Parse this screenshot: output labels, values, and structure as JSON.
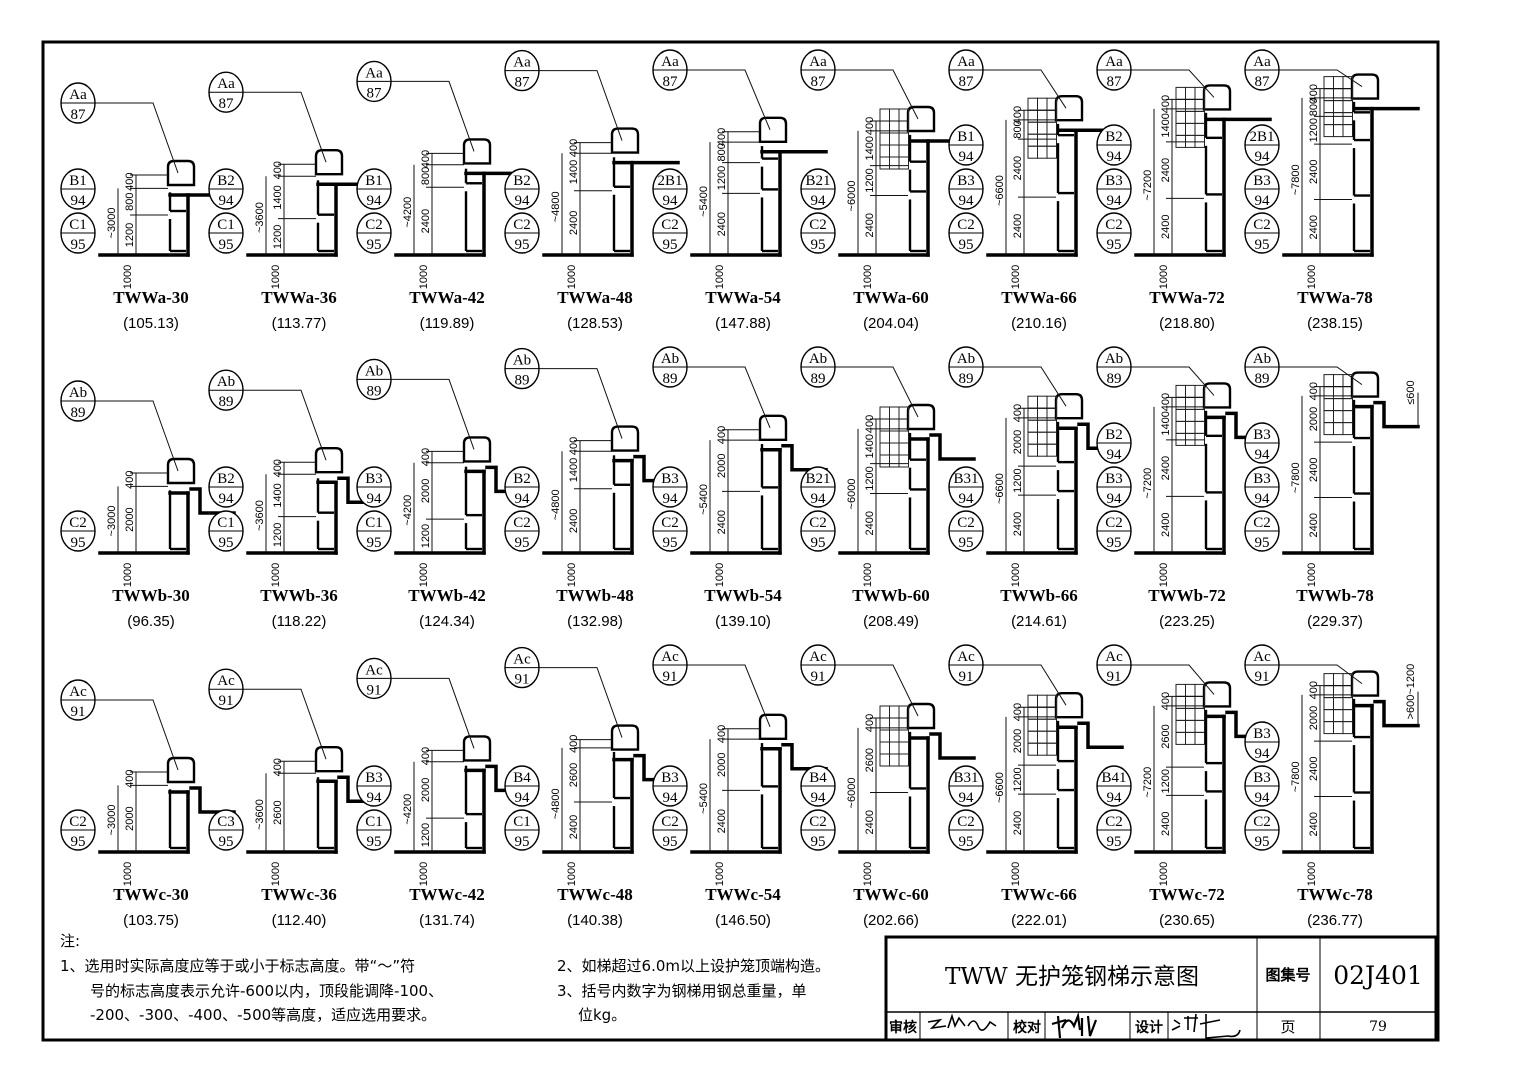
{
  "drawing": {
    "rows": [
      {
        "top_callout": {
          "top": "Aa",
          "bottom": "87"
        },
        "ladders": [
          {
            "label": "TWWa-30",
            "weight": "(105.13)",
            "total": "~3000",
            "base": "1000",
            "dims": [
              "400",
              "800",
              "1200"
            ],
            "side_callouts": [
              {
                "top": "C1",
                "bottom": "95"
              },
              {
                "top": "B1",
                "bottom": "94"
              }
            ],
            "cage": false
          },
          {
            "label": "TWWa-36",
            "weight": "(113.77)",
            "total": "~3600",
            "base": "1000",
            "dims": [
              "400",
              "1400",
              "1200"
            ],
            "side_callouts": [
              {
                "top": "C1",
                "bottom": "95"
              },
              {
                "top": "B2",
                "bottom": "94"
              }
            ],
            "cage": false
          },
          {
            "label": "TWWa-42",
            "weight": "(119.89)",
            "total": "~4200",
            "base": "1000",
            "dims": [
              "400",
              "800",
              "2400"
            ],
            "side_callouts": [
              {
                "top": "C2",
                "bottom": "95"
              },
              {
                "top": "B1",
                "bottom": "94"
              }
            ],
            "cage": false
          },
          {
            "label": "TWWa-48",
            "weight": "(128.53)",
            "total": "~4800",
            "base": "1000",
            "dims": [
              "400",
              "1400",
              "2400"
            ],
            "side_callouts": [
              {
                "top": "C2",
                "bottom": "95"
              },
              {
                "top": "B2",
                "bottom": "94"
              }
            ],
            "cage": false
          },
          {
            "label": "TWWa-54",
            "weight": "(147.88)",
            "total": "~5400",
            "base": "1000",
            "dims": [
              "400",
              "800",
              "1200",
              "2400"
            ],
            "side_callouts": [
              {
                "top": "C2",
                "bottom": "95"
              },
              {
                "top": "2B1",
                "bottom": "94"
              }
            ],
            "cage": false
          },
          {
            "label": "TWWa-60",
            "weight": "(204.04)",
            "total": "~6000",
            "base": "1000",
            "dims": [
              "400",
              "1400",
              "1200",
              "2400"
            ],
            "side_callouts": [
              {
                "top": "C2",
                "bottom": "95"
              },
              {
                "top": "B21",
                "bottom": "94"
              }
            ],
            "cage": true
          },
          {
            "label": "TWWa-66",
            "weight": "(210.16)",
            "total": "~6600",
            "base": "1000",
            "dims": [
              "400",
              "800",
              "2400",
              "2400"
            ],
            "side_callouts": [
              {
                "top": "C2",
                "bottom": "95"
              },
              {
                "top": "B3",
                "bottom": "94"
              },
              {
                "top": "B1",
                "bottom": "94"
              }
            ],
            "cage": true
          },
          {
            "label": "TWWa-72",
            "weight": "(218.80)",
            "total": "~7200",
            "base": "1000",
            "dims": [
              "400",
              "1400",
              "2400",
              "2400"
            ],
            "side_callouts": [
              {
                "top": "C2",
                "bottom": "95"
              },
              {
                "top": "B3",
                "bottom": "94"
              },
              {
                "top": "B2",
                "bottom": "94"
              }
            ],
            "cage": true
          },
          {
            "label": "TWWa-78",
            "weight": "(238.15)",
            "total": "~7800",
            "base": "1000",
            "dims": [
              "400",
              "800",
              "1200",
              "2400",
              "2400"
            ],
            "side_callouts": [
              {
                "top": "C2",
                "bottom": "95"
              },
              {
                "top": "B3",
                "bottom": "94"
              },
              {
                "top": "2B1",
                "bottom": "94"
              }
            ],
            "cage": true
          }
        ]
      },
      {
        "top_callout": {
          "top": "Ab",
          "bottom": "89"
        },
        "ladders": [
          {
            "label": "TWWb-30",
            "weight": "(96.35)",
            "total": "~3000",
            "base": "1000",
            "dims": [
              "400",
              "2000"
            ],
            "side_callouts": [
              {
                "top": "C2",
                "bottom": "95"
              }
            ],
            "cage": false
          },
          {
            "label": "TWWb-36",
            "weight": "(118.22)",
            "total": "~3600",
            "base": "1000",
            "dims": [
              "400",
              "1400",
              "1200"
            ],
            "side_callouts": [
              {
                "top": "C1",
                "bottom": "95"
              },
              {
                "top": "B2",
                "bottom": "94"
              }
            ],
            "cage": false
          },
          {
            "label": "TWWb-42",
            "weight": "(124.34)",
            "total": "~4200",
            "base": "1000",
            "dims": [
              "400",
              "2000",
              "1200"
            ],
            "side_callouts": [
              {
                "top": "C1",
                "bottom": "95"
              },
              {
                "top": "B3",
                "bottom": "94"
              }
            ],
            "cage": false
          },
          {
            "label": "TWWb-48",
            "weight": "(132.98)",
            "total": "~4800",
            "base": "1000",
            "dims": [
              "400",
              "1400",
              "2400"
            ],
            "side_callouts": [
              {
                "top": "C2",
                "bottom": "95"
              },
              {
                "top": "B2",
                "bottom": "94"
              }
            ],
            "cage": false
          },
          {
            "label": "TWWb-54",
            "weight": "(139.10)",
            "total": "~5400",
            "base": "1000",
            "dims": [
              "400",
              "2000",
              "2400"
            ],
            "side_callouts": [
              {
                "top": "C2",
                "bottom": "95"
              },
              {
                "top": "B3",
                "bottom": "94"
              }
            ],
            "cage": false
          },
          {
            "label": "TWWb-60",
            "weight": "(208.49)",
            "total": "~6000",
            "base": "1000",
            "dims": [
              "400",
              "1400",
              "1200",
              "2400"
            ],
            "side_callouts": [
              {
                "top": "C2",
                "bottom": "95"
              },
              {
                "top": "B21",
                "bottom": "94"
              }
            ],
            "cage": true
          },
          {
            "label": "TWWb-66",
            "weight": "(214.61)",
            "total": "~6600",
            "base": "1000",
            "dims": [
              "400",
              "2000",
              "1200",
              "2400"
            ],
            "side_callouts": [
              {
                "top": "C2",
                "bottom": "95"
              },
              {
                "top": "B31",
                "bottom": "94"
              }
            ],
            "cage": true
          },
          {
            "label": "TWWb-72",
            "weight": "(223.25)",
            "total": "~7200",
            "base": "1000",
            "dims": [
              "400",
              "1400",
              "2400",
              "2400"
            ],
            "side_callouts": [
              {
                "top": "C2",
                "bottom": "95"
              },
              {
                "top": "B3",
                "bottom": "94"
              },
              {
                "top": "B2",
                "bottom": "94"
              }
            ],
            "cage": true
          },
          {
            "label": "TWWb-78",
            "weight": "(229.37)",
            "total": "~7800",
            "base": "1000",
            "dims": [
              "400",
              "2000",
              "2400",
              "2400"
            ],
            "side_callouts": [
              {
                "top": "C2",
                "bottom": "95"
              },
              {
                "top": "B3",
                "bottom": "94"
              },
              {
                "top": "B3",
                "bottom": "94"
              }
            ],
            "cage": true,
            "extra_dim": "≤600"
          }
        ]
      },
      {
        "top_callout": {
          "top": "Ac",
          "bottom": "91"
        },
        "ladders": [
          {
            "label": "TWWc-30",
            "weight": "(103.75)",
            "total": "~3000",
            "base": "1000",
            "dims": [
              "400",
              "2000"
            ],
            "side_callouts": [
              {
                "top": "C2",
                "bottom": "95"
              }
            ],
            "cage": false
          },
          {
            "label": "TWWc-36",
            "weight": "(112.40)",
            "total": "~3600",
            "base": "1000",
            "dims": [
              "400",
              "2600"
            ],
            "side_callouts": [
              {
                "top": "C3",
                "bottom": "95"
              }
            ],
            "cage": false
          },
          {
            "label": "TWWc-42",
            "weight": "(131.74)",
            "total": "~4200",
            "base": "1000",
            "dims": [
              "400",
              "2000",
              "1200"
            ],
            "side_callouts": [
              {
                "top": "C1",
                "bottom": "95"
              },
              {
                "top": "B3",
                "bottom": "94"
              }
            ],
            "cage": false
          },
          {
            "label": "TWWc-48",
            "weight": "(140.38)",
            "total": "~4800",
            "base": "1000",
            "dims": [
              "400",
              "2600",
              "2400"
            ],
            "side_callouts": [
              {
                "top": "C1",
                "bottom": "95"
              },
              {
                "top": "B4",
                "bottom": "94"
              }
            ],
            "cage": false
          },
          {
            "label": "TWWc-54",
            "weight": "(146.50)",
            "total": "~5400",
            "base": "1000",
            "dims": [
              "400",
              "2000",
              "2400"
            ],
            "side_callouts": [
              {
                "top": "C2",
                "bottom": "95"
              },
              {
                "top": "B3",
                "bottom": "94"
              }
            ],
            "cage": false
          },
          {
            "label": "TWWc-60",
            "weight": "(202.66)",
            "total": "~6000",
            "base": "1000",
            "dims": [
              "400",
              "2600",
              "2400"
            ],
            "side_callouts": [
              {
                "top": "C2",
                "bottom": "95"
              },
              {
                "top": "B4",
                "bottom": "94"
              }
            ],
            "cage": true
          },
          {
            "label": "TWWc-66",
            "weight": "(222.01)",
            "total": "~6600",
            "base": "1000",
            "dims": [
              "400",
              "2000",
              "1200",
              "2400"
            ],
            "side_callouts": [
              {
                "top": "C2",
                "bottom": "95"
              },
              {
                "top": "B31",
                "bottom": "94"
              }
            ],
            "cage": true
          },
          {
            "label": "TWWc-72",
            "weight": "(230.65)",
            "total": "~7200",
            "base": "1000",
            "dims": [
              "400",
              "2600",
              "1200",
              "2400"
            ],
            "side_callouts": [
              {
                "top": "C2",
                "bottom": "95"
              },
              {
                "top": "B41",
                "bottom": "94"
              }
            ],
            "cage": true
          },
          {
            "label": "TWWc-78",
            "weight": "(236.77)",
            "total": "~7800",
            "base": "1000",
            "dims": [
              "400",
              "2000",
              "2400",
              "2400"
            ],
            "side_callouts": [
              {
                "top": "C2",
                "bottom": "95"
              },
              {
                "top": "B3",
                "bottom": "94"
              },
              {
                "top": "B3",
                "bottom": "94"
              }
            ],
            "cage": true,
            "extra_dim": ">600~1200"
          }
        ]
      }
    ]
  },
  "notes": {
    "heading": "注:",
    "note1": [
      "1、选用时实际高度应等于或小于标志高度。带“～”符",
      "号的标志高度表示允许-600以内，顶段能调降-100、",
      "-200、-300、-400、-500等高度，适应选用要求。"
    ],
    "note2": "2、如梯超过6.0m以上设护笼顶端构造。",
    "note3": [
      "3、括号内数字为钢梯用钢总重量，单",
      "位kg。"
    ]
  },
  "title_block": {
    "title": "TWW  无护笼钢梯示意图",
    "atlas_label": "图集号",
    "atlas_no": "02J401",
    "review_label": "审核",
    "check_label": "校对",
    "design_label": "设计",
    "page_label": "页",
    "page_no": "79"
  }
}
